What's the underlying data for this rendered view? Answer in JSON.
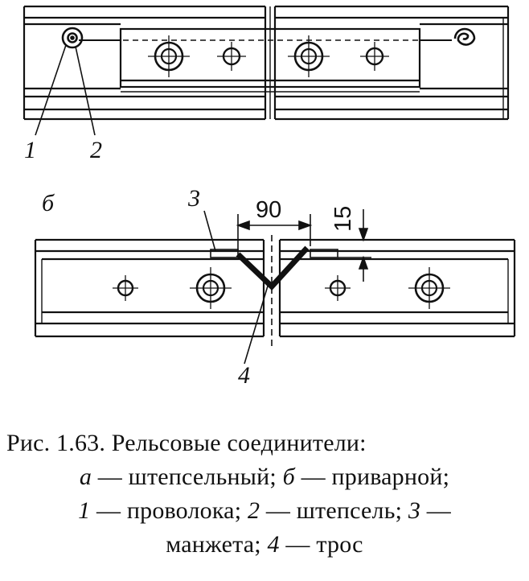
{
  "figure": {
    "labels": {
      "num1": "1",
      "num2": "2",
      "panel_b": "б",
      "num3": "3",
      "num4": "4"
    },
    "dimensions": {
      "width": "90",
      "height": "15"
    }
  },
  "caption": {
    "title": "Рис. 1.63. Рельсовые соединители:",
    "a_key": "а",
    "a_text": " — штепсельный; ",
    "b_key": "б",
    "b_text": " — приварной;",
    "k1": "1",
    "t1": " — проволока; ",
    "k2": "2",
    "t2": " — штепсель; ",
    "k3": "3",
    "t3": " —",
    "t3b": "манжета; ",
    "k4": "4",
    "t4": " — трос"
  }
}
